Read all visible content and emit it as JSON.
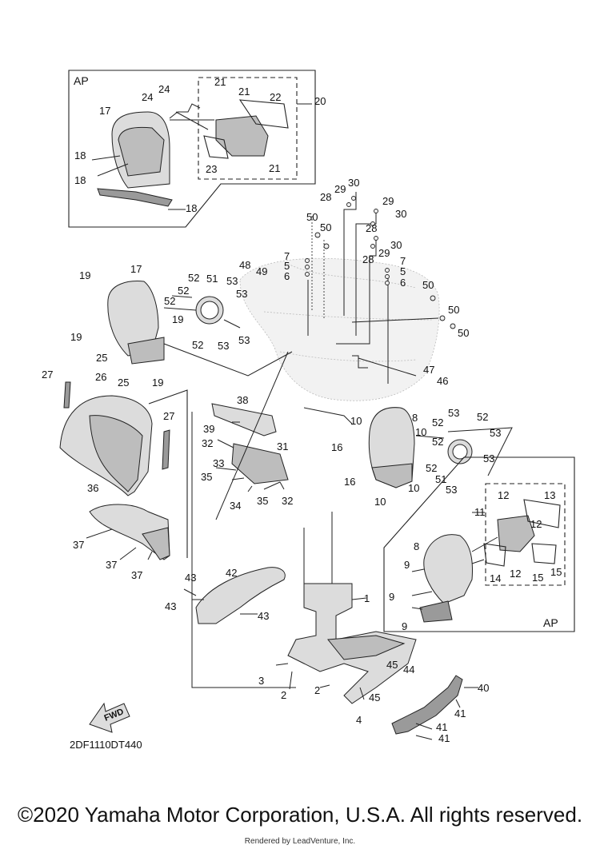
{
  "diagram": {
    "code": "2DF1110DT440",
    "fwd_label": "FWD",
    "ap_top": "AP",
    "ap_bottom": "AP",
    "labels": {
      "l1": "1",
      "l2a": "2",
      "l2b": "2",
      "l3": "3",
      "l4": "4",
      "l5a": "5",
      "l5b": "5",
      "l6a": "6",
      "l6b": "6",
      "l7a": "7",
      "l7b": "7",
      "l8a": "8",
      "l8b": "8",
      "l9a": "9",
      "l9b": "9",
      "l9c": "9",
      "l10a": "10",
      "l10b": "10",
      "l10c": "10",
      "l10d": "10",
      "l11": "11",
      "l12a": "12",
      "l12b": "12",
      "l12c": "12",
      "l13": "13",
      "l14": "14",
      "l15a": "15",
      "l15b": "15",
      "l16a": "16",
      "l16b": "16",
      "l17a": "17",
      "l17b": "17",
      "l18a": "18",
      "l18b": "18",
      "l18c": "18",
      "l19a": "19",
      "l19b": "19",
      "l19c": "19",
      "l19d": "19",
      "l20": "20",
      "l21a": "21",
      "l21b": "21",
      "l21c": "21",
      "l22": "22",
      "l23": "23",
      "l24a": "24",
      "l24b": "24",
      "l25a": "25",
      "l25b": "25",
      "l26": "26",
      "l27a": "27",
      "l27b": "27",
      "l28a": "28",
      "l28b": "28",
      "l28c": "28",
      "l29a": "29",
      "l29b": "29",
      "l29c": "29",
      "l30a": "30",
      "l30b": "30",
      "l30c": "30",
      "l31": "31",
      "l32a": "32",
      "l32b": "32",
      "l33": "33",
      "l34": "34",
      "l35a": "35",
      "l35b": "35",
      "l36": "36",
      "l37a": "37",
      "l37b": "37",
      "l37c": "37",
      "l38": "38",
      "l39": "39",
      "l40": "40",
      "l41a": "41",
      "l41b": "41",
      "l41c": "41",
      "l42": "42",
      "l43a": "43",
      "l43b": "43",
      "l43c": "43",
      "l44": "44",
      "l45a": "45",
      "l45b": "45",
      "l46": "46",
      "l47": "47",
      "l48": "48",
      "l49": "49",
      "l50a": "50",
      "l50b": "50",
      "l50c": "50",
      "l50d": "50",
      "l50e": "50",
      "l51a": "51",
      "l51b": "51",
      "l52a": "52",
      "l52b": "52",
      "l52c": "52",
      "l52d": "52",
      "l52e": "52",
      "l52f": "52",
      "l52g": "52",
      "l53a": "53",
      "l53b": "53",
      "l53c": "53",
      "l53d": "53",
      "l53e": "53",
      "l53f": "53",
      "l53g": "53",
      "l53h": "53"
    }
  },
  "footer": {
    "copyright": "©2020 Yamaha Motor Corporation, U.S.A. All rights reserved.",
    "rendered_by": "Rendered by LeadVenture, Inc."
  }
}
